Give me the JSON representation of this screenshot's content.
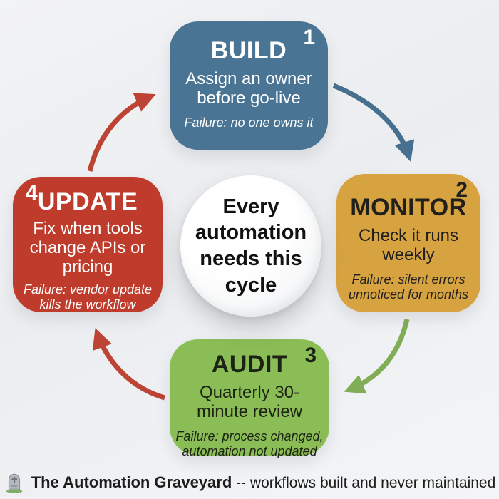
{
  "center": {
    "text": "Every automation needs this cycle"
  },
  "steps": [
    {
      "number": "1",
      "title": "BUILD",
      "description": "Assign an owner before go-live",
      "failure": "Failure: no one owns it",
      "color": "#4a7494",
      "text_color": "#ffffff"
    },
    {
      "number": "2",
      "title": "MONITOR",
      "description": "Check it runs weekly",
      "failure": "Failure: silent errors unnoticed for months",
      "color": "#d7a341",
      "text_color": "#21201d"
    },
    {
      "number": "3",
      "title": "AUDIT",
      "description": "Quarterly 30-minute review",
      "failure": "Failure: process changed, automation not updated",
      "color": "#8abd55",
      "text_color": "#1d2314"
    },
    {
      "number": "4",
      "title": "UPDATE",
      "description": "Fix when tools change APIs or pricing",
      "failure": "Failure: vendor update kills the workflow",
      "color": "#bf3c2c",
      "text_color": "#ffffff"
    }
  ],
  "arrows": [
    {
      "name": "build-to-monitor",
      "color": "#47708f"
    },
    {
      "name": "monitor-to-audit",
      "color": "#82ad57"
    },
    {
      "name": "audit-to-update",
      "color": "#bd4434"
    },
    {
      "name": "update-to-build",
      "color": "#bd4434"
    }
  ],
  "footer": {
    "icon": "tombstone-icon",
    "title": "The Automation Graveyard",
    "subtitle": " -- workflows built and never maintained"
  },
  "background": {
    "page": "#eff1f3",
    "circle": "#ffffff"
  }
}
